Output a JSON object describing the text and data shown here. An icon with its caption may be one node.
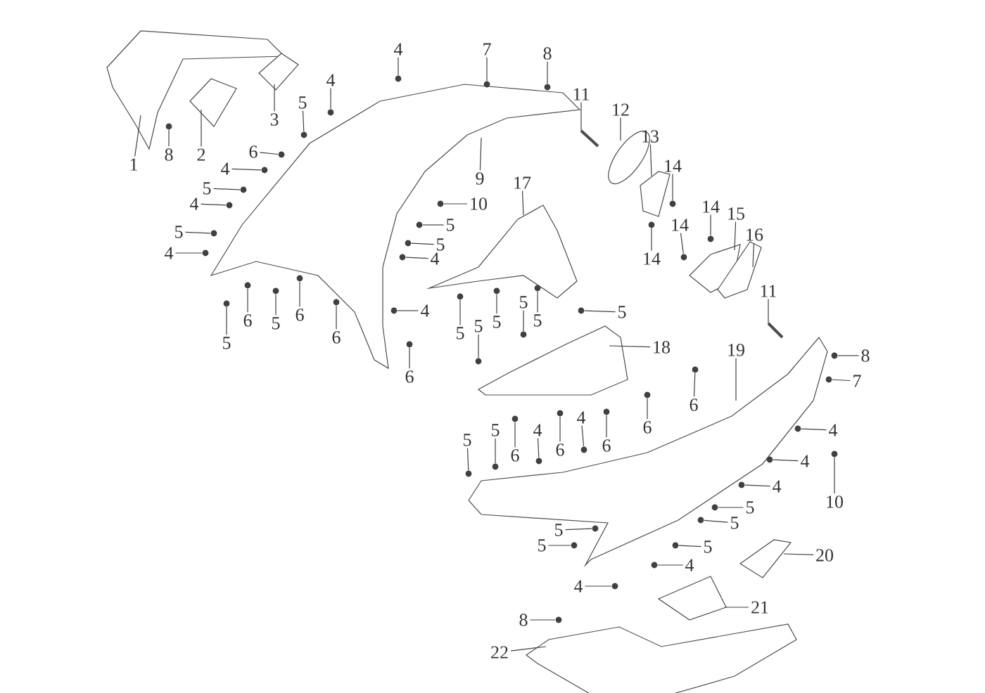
{
  "diagram": {
    "nodes": [
      {
        "text": [
          "1"
        ]
      },
      {
        "text": [
          "8"
        ]
      },
      {
        "text": [
          "2"
        ]
      },
      {
        "text": [
          "3"
        ]
      },
      {
        "text": [
          "5"
        ]
      },
      {
        "text": [
          "4"
        ]
      },
      {
        "text": [
          "4"
        ]
      },
      {
        "text": [
          "7"
        ]
      },
      {
        "text": [
          "8"
        ]
      },
      {
        "text": [
          "11"
        ]
      },
      {
        "text": [
          "12"
        ]
      },
      {
        "text": [
          "13"
        ]
      },
      {
        "text": [
          "6"
        ]
      },
      {
        "text": [
          "4"
        ]
      },
      {
        "text": [
          "5"
        ]
      },
      {
        "text": [
          "4"
        ]
      },
      {
        "text": [
          "5"
        ]
      },
      {
        "text": [
          "4"
        ]
      },
      {
        "text": [
          "14"
        ]
      },
      {
        "text": [
          "9"
        ]
      },
      {
        "text": [
          "17"
        ]
      },
      {
        "text": [
          "10"
        ]
      },
      {
        "text": [
          "5"
        ]
      },
      {
        "text": [
          "5"
        ]
      },
      {
        "text": [
          "14"
        ]
      },
      {
        "text": [
          "15"
        ]
      },
      {
        "text": [
          "4"
        ]
      },
      {
        "text": [
          "14"
        ]
      },
      {
        "text": [
          "16"
        ]
      },
      {
        "text": [
          "14"
        ]
      },
      {
        "text": [
          "11"
        ]
      },
      {
        "text": [
          "4"
        ]
      },
      {
        "text": [
          "5"
        ]
      },
      {
        "text": [
          "6"
        ]
      },
      {
        "text": [
          "6"
        ]
      },
      {
        "text": [
          "5"
        ]
      },
      {
        "text": [
          "5"
        ]
      },
      {
        "text": [
          "6"
        ]
      },
      {
        "text": [
          "5"
        ]
      },
      {
        "text": [
          "5"
        ]
      },
      {
        "text": [
          "5"
        ]
      },
      {
        "text": [
          "5"
        ]
      },
      {
        "text": [
          "5"
        ]
      },
      {
        "text": [
          "18"
        ]
      },
      {
        "text": [
          "19"
        ]
      },
      {
        "text": [
          "8"
        ]
      },
      {
        "text": [
          "6"
        ]
      },
      {
        "text": [
          "7"
        ]
      },
      {
        "text": [
          "6"
        ]
      },
      {
        "text": [
          "4"
        ]
      },
      {
        "text": [
          "6"
        ]
      },
      {
        "text": [
          "4"
        ]
      },
      {
        "text": [
          "4"
        ]
      },
      {
        "text": [
          "5"
        ]
      },
      {
        "text": [
          "5"
        ]
      },
      {
        "text": [
          "6"
        ]
      },
      {
        "text": [
          "6"
        ]
      },
      {
        "text": [
          "6"
        ]
      },
      {
        "text": [
          "4"
        ]
      },
      {
        "text": [
          "4"
        ]
      },
      {
        "text": [
          "10"
        ]
      },
      {
        "text": [
          "5"
        ]
      },
      {
        "text": [
          "5"
        ]
      },
      {
        "text": [
          "5"
        ]
      },
      {
        "text": [
          "5"
        ]
      },
      {
        "text": [
          "5"
        ]
      },
      {
        "text": [
          "20"
        ]
      },
      {
        "text": [
          "4"
        ]
      },
      {
        "text": [
          "4"
        ]
      },
      {
        "text": [
          "21"
        ]
      },
      {
        "text": [
          "8"
        ]
      },
      {
        "text": [
          "22"
        ]
      },
      {
        "text": [],
        "shape": "picture"
      },
      {
        "text": [],
        "shape": "circle"
      },
      {
        "text": [],
        "shape": "picture"
      },
      {
        "text": [],
        "shape": "picture"
      },
      {
        "text": [],
        "shape": "circle"
      },
      {
        "text": [],
        "shape": "circle"
      },
      {
        "text": [],
        "shape": "circle"
      },
      {
        "text": [],
        "shape": "circle"
      },
      {
        "text": [],
        "shape": "circle"
      },
      {
        "text": [],
        "shape": "picture"
      },
      {
        "text": [],
        "shape": "picture"
      },
      {
        "text": [],
        "shape": "picture"
      },
      {
        "text": [],
        "shape": "circle"
      },
      {
        "text": [],
        "shape": "circle"
      },
      {
        "text": [],
        "shape": "circle"
      },
      {
        "text": [],
        "shape": "circle"
      },
      {
        "text": [],
        "shape": "circle"
      },
      {
        "text": [],
        "shape": "circle"
      },
      {
        "text": [],
        "shape": "circle"
      },
      {
        "text": [],
        "shape": "picture"
      },
      {
        "text": [],
        "shape": "picture"
      },
      {
        "text": [],
        "shape": "circle"
      },
      {
        "text": [],
        "shape": "circle"
      },
      {
        "text": [],
        "shape": "circle"
      },
      {
        "text": [],
        "shape": "circle"
      },
      {
        "text": [],
        "shape": "picture"
      },
      {
        "text": [],
        "shape": "circle"
      },
      {
        "text": [],
        "shape": "circle"
      },
      {
        "text": [],
        "shape": "picture"
      },
      {
        "text": [],
        "shape": "circle"
      },
      {
        "text": [],
        "shape": "picture"
      },
      {
        "text": [],
        "shape": "circle"
      },
      {
        "text": [],
        "shape": "circle"
      },
      {
        "text": [],
        "shape": "circle"
      },
      {
        "text": [],
        "shape": "circle"
      },
      {
        "text": [],
        "shape": "circle"
      },
      {
        "text": [],
        "shape": "circle"
      },
      {
        "text": [],
        "shape": "circle"
      },
      {
        "text": [],
        "shape": "circle"
      },
      {
        "text": [],
        "shape": "circle"
      },
      {
        "text": [],
        "shape": "circle"
      },
      {
        "text": [],
        "shape": "circle"
      },
      {
        "text": [],
        "shape": "circle"
      },
      {
        "text": [],
        "shape": "picture"
      },
      {
        "text": [],
        "shape": "picture"
      },
      {
        "text": [],
        "shape": "circle"
      },
      {
        "text": [],
        "shape": "circle"
      },
      {
        "text": [],
        "shape": "circle"
      },
      {
        "text": [],
        "shape": "circle"
      },
      {
        "text": [],
        "shape": "circle"
      },
      {
        "text": [],
        "shape": "circle"
      },
      {
        "text": [],
        "shape": "circle"
      },
      {
        "text": [],
        "shape": "circle"
      },
      {
        "text": [],
        "shape": "circle"
      },
      {
        "text": [],
        "shape": "circle"
      },
      {
        "text": [],
        "shape": "circle"
      },
      {
        "text": [],
        "shape": "circle"
      },
      {
        "text": [],
        "shape": "circle"
      },
      {
        "text": [],
        "shape": "circle"
      },
      {
        "text": [],
        "shape": "circle"
      },
      {
        "text": [],
        "shape": "circle"
      },
      {
        "text": [],
        "shape": "circle"
      },
      {
        "text": [],
        "shape": "circle"
      },
      {
        "text": [],
        "shape": "circle"
      },
      {
        "text": [],
        "shape": "circle"
      },
      {
        "text": [],
        "shape": "circle"
      },
      {
        "text": [],
        "shape": "picture"
      },
      {
        "text": [],
        "shape": "circle"
      },
      {
        "text": [],
        "shape": "circle"
      },
      {
        "text": [],
        "shape": "picture"
      },
      {
        "text": [],
        "shape": "circle"
      },
      {
        "text": [],
        "shape": "picture"
      }
    ],
    "edges": [
      {
        "from": 0,
        "to": 72,
        "arrow": "none"
      },
      {
        "from": 1,
        "to": 73,
        "arrow": "none"
      },
      {
        "from": 2,
        "to": 74,
        "arrow": "none"
      },
      {
        "from": 3,
        "to": 75,
        "arrow": "none"
      },
      {
        "from": 4,
        "to": 76,
        "arrow": "none"
      },
      {
        "from": 5,
        "to": 77,
        "arrow": "none"
      },
      {
        "from": 6,
        "to": 78,
        "arrow": "none"
      },
      {
        "from": 7,
        "to": 79,
        "arrow": "none"
      },
      {
        "from": 8,
        "to": 80,
        "arrow": "none"
      },
      {
        "from": 9,
        "to": 81,
        "arrow": "none"
      },
      {
        "from": 10,
        "to": 82,
        "arrow": "none"
      },
      {
        "from": 11,
        "to": 83,
        "arrow": "none"
      },
      {
        "from": 12,
        "to": 84,
        "arrow": "none"
      },
      {
        "from": 13,
        "to": 85,
        "arrow": "none"
      },
      {
        "from": 14,
        "to": 86,
        "arrow": "none"
      },
      {
        "from": 15,
        "to": 87,
        "arrow": "none"
      },
      {
        "from": 16,
        "to": 88,
        "arrow": "none"
      },
      {
        "from": 17,
        "to": 89,
        "arrow": "none"
      },
      {
        "from": 18,
        "to": 90,
        "arrow": "none"
      },
      {
        "from": 19,
        "to": 91,
        "arrow": "none"
      },
      {
        "from": 20,
        "to": 92,
        "arrow": "none"
      },
      {
        "from": 21,
        "to": 93,
        "arrow": "none"
      },
      {
        "from": 22,
        "to": 94,
        "arrow": "none"
      },
      {
        "from": 23,
        "to": 95,
        "arrow": "none"
      },
      {
        "from": 24,
        "to": 96,
        "arrow": "none"
      },
      {
        "from": 25,
        "to": 97,
        "arrow": "none"
      },
      {
        "from": 26,
        "to": 98,
        "arrow": "none"
      },
      {
        "from": 27,
        "to": 99,
        "arrow": "none"
      },
      {
        "from": 28,
        "to": 100,
        "arrow": "none"
      },
      {
        "from": 29,
        "to": 101,
        "arrow": "none"
      },
      {
        "from": 30,
        "to": 102,
        "arrow": "none"
      },
      {
        "from": 31,
        "to": 103,
        "arrow": "none"
      },
      {
        "from": 32,
        "to": 104,
        "arrow": "none"
      },
      {
        "from": 33,
        "to": 105,
        "arrow": "none"
      },
      {
        "from": 34,
        "to": 106,
        "arrow": "none"
      },
      {
        "from": 35,
        "to": 107,
        "arrow": "none"
      },
      {
        "from": 36,
        "to": 108,
        "arrow": "none"
      },
      {
        "from": 37,
        "to": 109,
        "arrow": "none"
      },
      {
        "from": 38,
        "to": 110,
        "arrow": "none"
      },
      {
        "from": 39,
        "to": 111,
        "arrow": "none"
      },
      {
        "from": 40,
        "to": 112,
        "arrow": "none"
      },
      {
        "from": 41,
        "to": 113,
        "arrow": "none"
      },
      {
        "from": 42,
        "to": 114,
        "arrow": "none"
      },
      {
        "from": 43,
        "to": 115,
        "arrow": "none"
      },
      {
        "from": 44,
        "to": 116,
        "arrow": "none"
      },
      {
        "from": 45,
        "to": 117,
        "arrow": "none"
      },
      {
        "from": 46,
        "to": 118,
        "arrow": "none"
      },
      {
        "from": 47,
        "to": 119,
        "arrow": "none"
      },
      {
        "from": 48,
        "to": 120,
        "arrow": "none"
      },
      {
        "from": 49,
        "to": 121,
        "arrow": "none"
      },
      {
        "from": 50,
        "to": 122,
        "arrow": "none"
      },
      {
        "from": 51,
        "to": 123,
        "arrow": "none"
      },
      {
        "from": 52,
        "to": 124,
        "arrow": "none"
      },
      {
        "from": 53,
        "to": 125,
        "arrow": "none"
      },
      {
        "from": 54,
        "to": 126,
        "arrow": "none"
      },
      {
        "from": 55,
        "to": 127,
        "arrow": "none"
      },
      {
        "from": 56,
        "to": 128,
        "arrow": "none"
      },
      {
        "from": 57,
        "to": 129,
        "arrow": "none"
      },
      {
        "from": 58,
        "to": 130,
        "arrow": "none"
      },
      {
        "from": 59,
        "to": 131,
        "arrow": "none"
      },
      {
        "from": 60,
        "to": 132,
        "arrow": "none"
      },
      {
        "from": 61,
        "to": 133,
        "arrow": "none"
      },
      {
        "from": 62,
        "to": 134,
        "arrow": "none"
      },
      {
        "from": 63,
        "to": 135,
        "arrow": "none"
      },
      {
        "from": 64,
        "to": 136,
        "arrow": "none"
      },
      {
        "from": 65,
        "to": 137,
        "arrow": "none"
      },
      {
        "from": 66,
        "to": 138,
        "arrow": "none"
      },
      {
        "from": 67,
        "to": 139,
        "arrow": "none"
      },
      {
        "from": 68,
        "to": 140,
        "arrow": "none"
      },
      {
        "from": 69,
        "to": 141,
        "arrow": "none"
      },
      {
        "from": 70,
        "to": 142,
        "arrow": "none"
      },
      {
        "from": 71,
        "to": 143,
        "arrow": "none"
      }
    ]
  }
}
